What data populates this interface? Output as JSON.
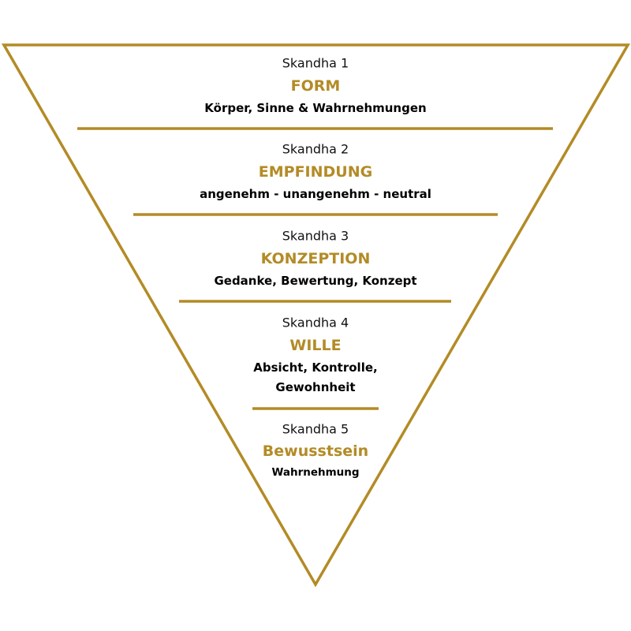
{
  "accent_color": "#b38b26",
  "sections": [
    {
      "label": "Skandha 1",
      "title": "FORM",
      "description": [
        "Körper, Sinne & Wahrnehmungen"
      ]
    },
    {
      "label": "Skandha 2",
      "title": "EMPFINDUNG",
      "description": [
        "angenehm - unangenehm - neutral"
      ]
    },
    {
      "label": "Skandha 3",
      "title": "KONZEPTION",
      "description": [
        "Gedanke, Bewertung, Konzept"
      ]
    },
    {
      "label": "Skandha 4",
      "title": "WILLE",
      "description": [
        "Absicht, Kontrolle,",
        "Gewohnheit"
      ]
    },
    {
      "label": "Skandha 5",
      "title": "Bewusstsein",
      "description": [
        "Wahrnehmung"
      ]
    }
  ]
}
